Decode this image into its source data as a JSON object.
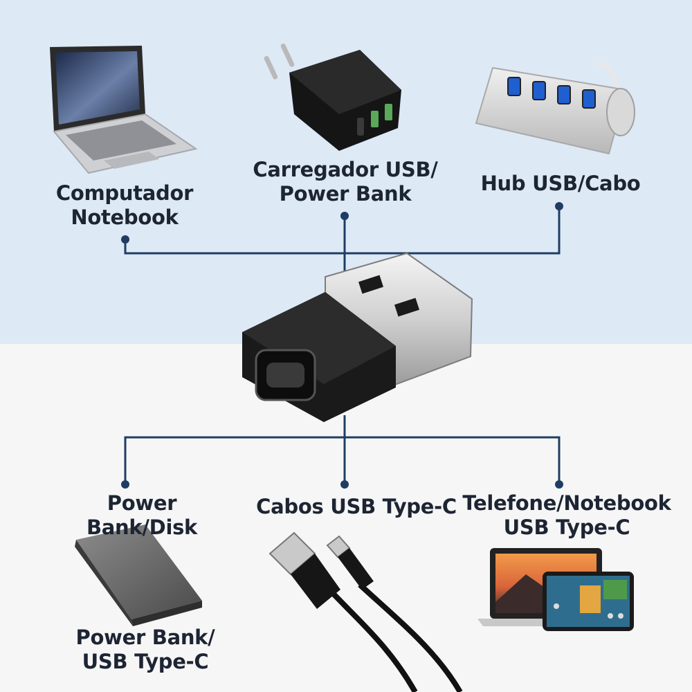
{
  "colors": {
    "connector_line": "#1f3d63",
    "top_background": "#dde9f5",
    "bottom_background": "#f6f6f6",
    "label_text": "#1d2433"
  },
  "top_devices": [
    {
      "label": "Computador\nNotebook",
      "icon": "laptop-icon"
    },
    {
      "label": "Carregador USB/\nPower Bank",
      "icon": "wall-charger-icon"
    },
    {
      "label": "Hub USB/Cabo",
      "icon": "usb-hub-icon"
    }
  ],
  "center_device": {
    "icon": "usb-a-to-usb-c-adapter-icon"
  },
  "bottom_devices": [
    {
      "label": "Power Bank/Disk",
      "icon": "external-drive-icon"
    },
    {
      "label": "Cabos USB Type-C",
      "icon": "usb-cable-icon"
    },
    {
      "label": "Telefone/Notebook\nUSB Type-C",
      "icon": "laptop-tablet-icon"
    }
  ],
  "captions": {
    "drive_caption": "Power Bank/\nUSB Type-C"
  }
}
